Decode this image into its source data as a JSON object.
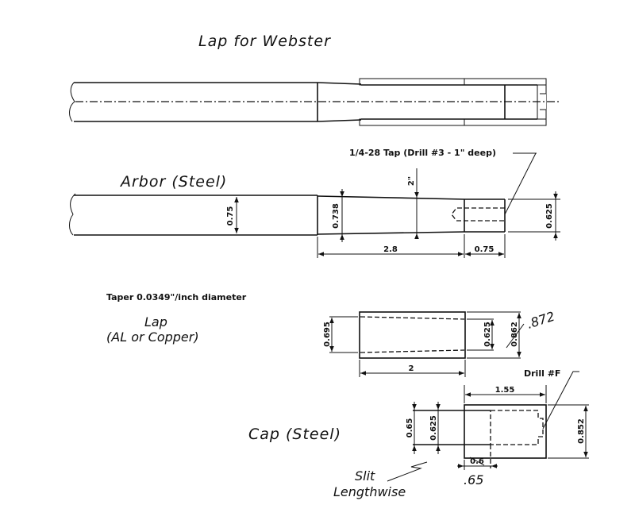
{
  "title": "Lap for Webster",
  "parts": {
    "arbor": {
      "label": "Arbor (Steel)",
      "shank_diameter": "0.75",
      "taper_large_diameter": "0.738",
      "taper_small_diameter": "0.625",
      "taper_length": "2.8",
      "tip_length": "0.75",
      "mid_mark": "2\"",
      "tap_note": "1/4-28 Tap (Drill #3 - 1\" deep)"
    },
    "taper_note": "Taper 0.0349\"/inch diameter",
    "lap": {
      "label_line1": "Lap",
      "label_line2": "(AL or Copper)",
      "large_bore": "0.695",
      "small_bore": "0.625",
      "outer_diameter_struck": "0.862",
      "outer_diameter_corrected": ".872",
      "length": "2"
    },
    "cap": {
      "label": "Cap (Steel)",
      "length": "1.55",
      "outer_diameter": "0.852",
      "bore_a": "0.65",
      "bore_b": "0.625",
      "drill_note": "Drill #F",
      "wall_struck": "0.6",
      "wall_corrected": ".65",
      "slit_line1": "Slit",
      "slit_line2": "Lengthwise"
    }
  }
}
